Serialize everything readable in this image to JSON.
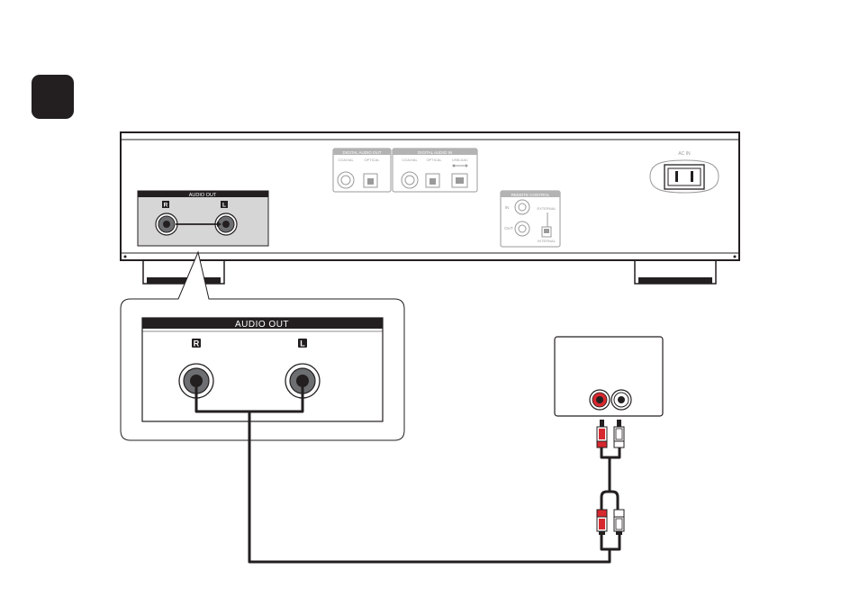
{
  "step": {
    "number": ""
  },
  "rear_panel": {
    "digital_audio_out": {
      "header": "DIGITAL AUDIO OUT",
      "coaxial": "COAXIAL",
      "optical": "OPTICAL"
    },
    "digital_audio_in": {
      "header": "DIGITAL AUDIO IN",
      "coaxial": "COAXIAL",
      "optical": "OPTICAL",
      "usb_dac": "USB-DAC"
    },
    "remote_control": {
      "header": "REMOTE CONTROL",
      "in": "IN",
      "out": "OUT",
      "external": "EXTERNAL",
      "internal": "INTERNAL"
    },
    "ac_in": "AC IN",
    "audio_out": {
      "header": "AUDIO OUT",
      "right": "R",
      "left": "L"
    }
  },
  "callout": {
    "audio_out": {
      "header": "AUDIO OUT",
      "right": "R",
      "left": "L"
    }
  },
  "colors": {
    "ink": "#231f20",
    "panel_fill": "#d6d6d6",
    "right_channel_red": "#d7282f",
    "left_channel_white": "#ffffff"
  }
}
